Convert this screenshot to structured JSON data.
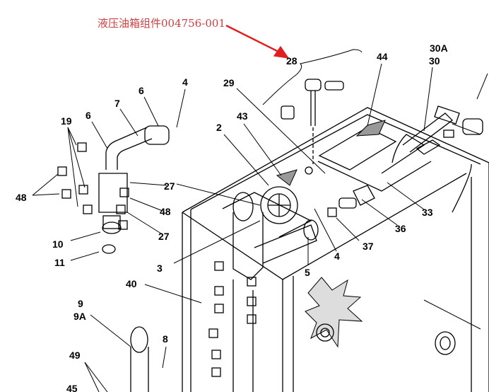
{
  "title": "液压油箱组件004756-001",
  "colors": {
    "annotation": "#d04040",
    "arrow": "#e02020",
    "line": "#000000"
  },
  "callouts": [
    "28",
    "44",
    "30A",
    "30",
    "29",
    "6",
    "4",
    "7",
    "6",
    "19",
    "43",
    "2",
    "27",
    "48",
    "48",
    "33",
    "36",
    "27",
    "10",
    "37",
    "11",
    "4",
    "5",
    "3",
    "40",
    "9",
    "9A",
    "8",
    "49",
    "45"
  ]
}
